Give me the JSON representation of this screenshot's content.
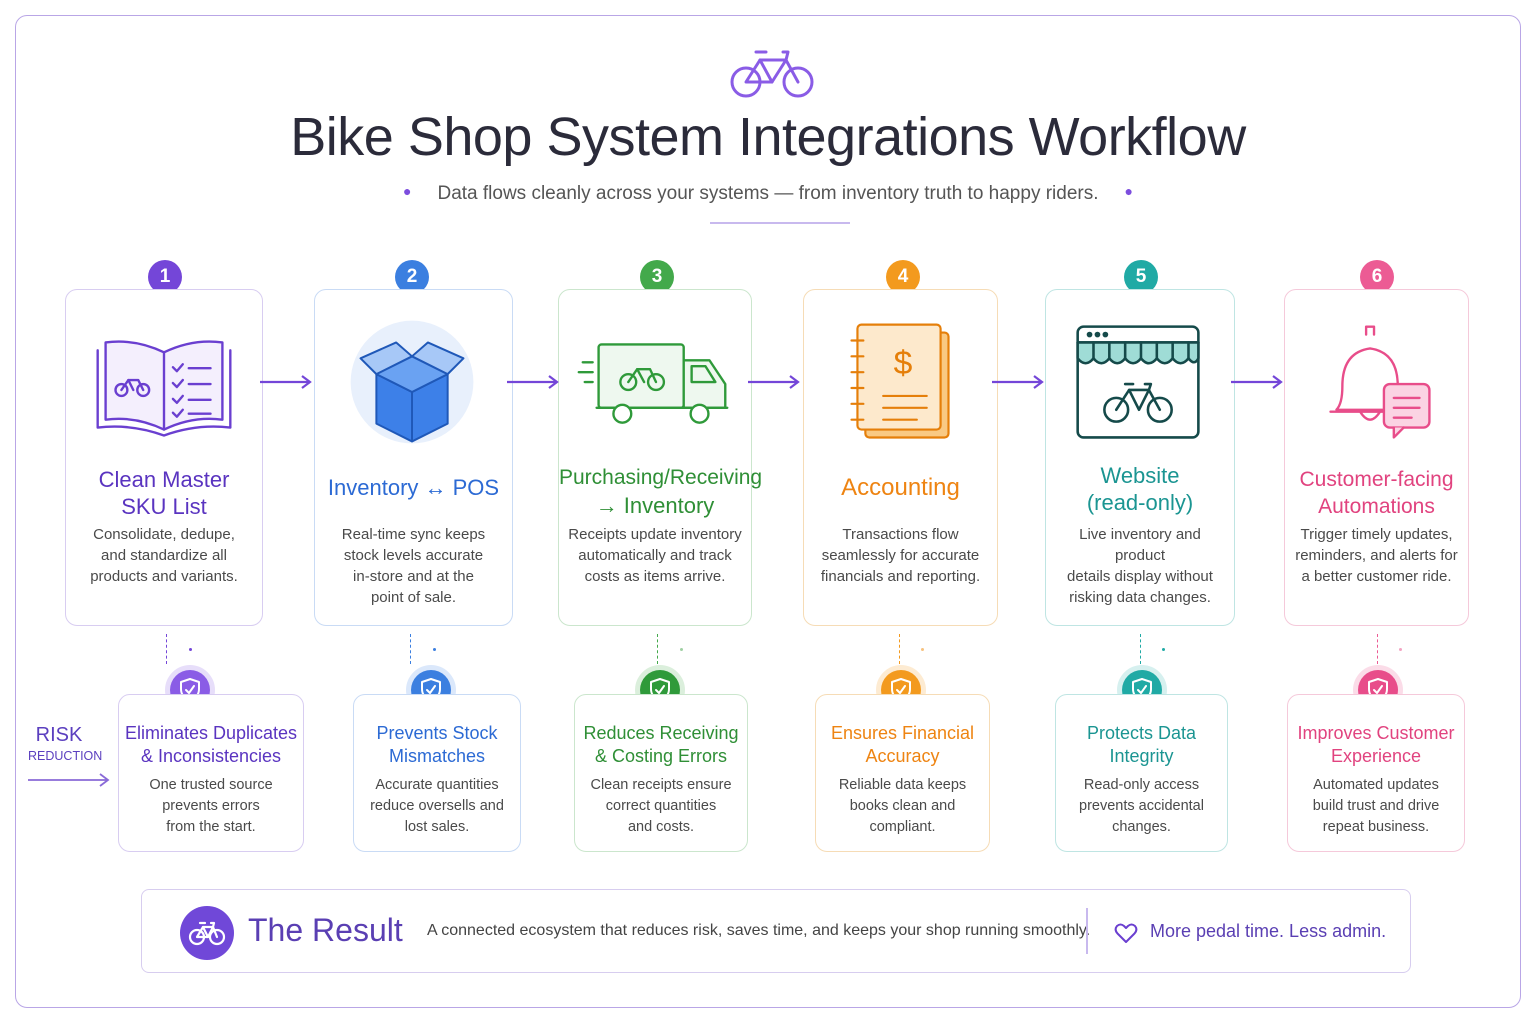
{
  "header": {
    "logo_icon": "bicycle-icon",
    "title": "Bike Shop System Integrations Workflow",
    "subtitle": "Data flows cleanly across your systems — from inventory truth to happy riders."
  },
  "steps": [
    {
      "num": "1",
      "title1": "Clean Master",
      "title2": "SKU List",
      "desc": [
        "Consolidate, dedupe,",
        "and standardize all",
        "products and variants."
      ],
      "icon": "book-checklist-icon",
      "color": "#6a3fd0"
    },
    {
      "num": "2",
      "title1": "Inventory ↔ POS",
      "title2": "",
      "desc": [
        "Real-time sync keeps",
        "stock levels accurate",
        "in-store and at the",
        "point of sale."
      ],
      "icon": "box-icon",
      "color": "#2e6fd6"
    },
    {
      "num": "3",
      "title1": "Purchasing/Receiving",
      "title2": "→ Inventory",
      "desc": [
        "Receipts update inventory",
        "automatically and track",
        "costs as items arrive."
      ],
      "icon": "delivery-truck-icon",
      "color": "#2f9a3a"
    },
    {
      "num": "4",
      "title1": "Accounting",
      "title2": "",
      "desc": [
        "Transactions flow",
        "seamlessly for accurate",
        "financials and reporting."
      ],
      "icon": "ledger-dollar-icon",
      "color": "#f08a12"
    },
    {
      "num": "5",
      "title1": "Website",
      "title2": "(read-only)",
      "desc": [
        "Live inventory and product",
        "details display without",
        "risking data changes."
      ],
      "icon": "storefront-browser-icon",
      "color": "#1a9a96"
    },
    {
      "num": "6",
      "title1": "Customer-facing",
      "title2": "Automations",
      "desc": [
        "Trigger timely updates,",
        "reminders, and alerts for",
        "a better customer ride."
      ],
      "icon": "bell-message-icon",
      "color": "#e84d8a"
    }
  ],
  "risk_label": {
    "line1": "RISK",
    "line2": "REDUCTION"
  },
  "risks": [
    {
      "title": [
        "Eliminates Duplicates",
        "& Inconsistencies"
      ],
      "desc": [
        "One trusted source",
        "prevents errors",
        "from the start."
      ]
    },
    {
      "title": [
        "Prevents Stock",
        "Mismatches"
      ],
      "desc": [
        "Accurate quantities",
        "reduce oversells and",
        "lost sales."
      ]
    },
    {
      "title": [
        "Reduces Receiving",
        "& Costing Errors"
      ],
      "desc": [
        "Clean receipts ensure",
        "correct quantities",
        "and costs."
      ]
    },
    {
      "title": [
        "Ensures Financial",
        "Accuracy"
      ],
      "desc": [
        "Reliable data keeps",
        "books clean and",
        "compliant."
      ]
    },
    {
      "title": [
        "Protects Data",
        "Integrity"
      ],
      "desc": [
        "Read-only access",
        "prevents accidental",
        "changes."
      ]
    },
    {
      "title": [
        "Improves Customer",
        "Experience"
      ],
      "desc": [
        "Automated updates",
        "build trust and drive",
        "repeat business."
      ]
    }
  ],
  "result": {
    "label": "The Result",
    "text": "A connected ecosystem that reduces risk, saves time, and keeps your shop running smoothly.",
    "tagline": "More pedal time. Less admin.",
    "icons": [
      "bicycle-icon",
      "heart-icon"
    ]
  }
}
